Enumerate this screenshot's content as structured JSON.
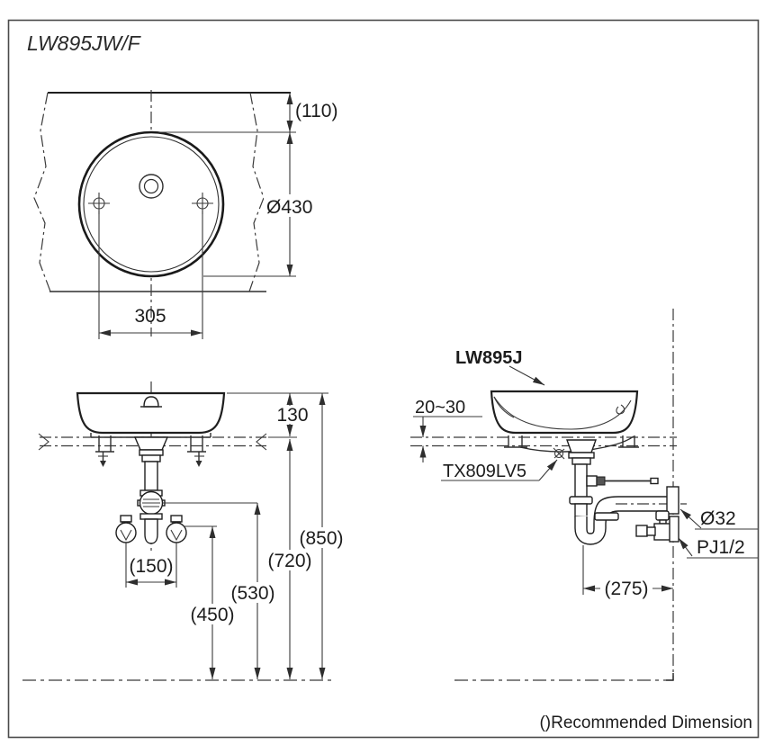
{
  "title": "LW895JW/F",
  "note": "()Recommended Dimension",
  "top_view": {
    "dim_offset": "(110)",
    "dim_diameter": "Ø430",
    "dim_hole_spacing": "305"
  },
  "front_view": {
    "dim_basin_height": "130",
    "dim_supply_spacing": "(150)",
    "dim_supply_height": "(450)",
    "dim_trap_height": "(530)",
    "dim_counter_height": "(720)",
    "dim_rim_height": "(850)"
  },
  "side_view": {
    "label_model": "LW895J",
    "dim_counter_gap": "20~30",
    "label_drain": "TX809LV5",
    "dim_drain_diameter": "Ø32",
    "label_supply": "PJ1/2",
    "dim_wall_distance": "(275)"
  },
  "colors": {
    "line": "#2e2e2e",
    "text": "#1c1c1c",
    "background": "#ffffff"
  }
}
